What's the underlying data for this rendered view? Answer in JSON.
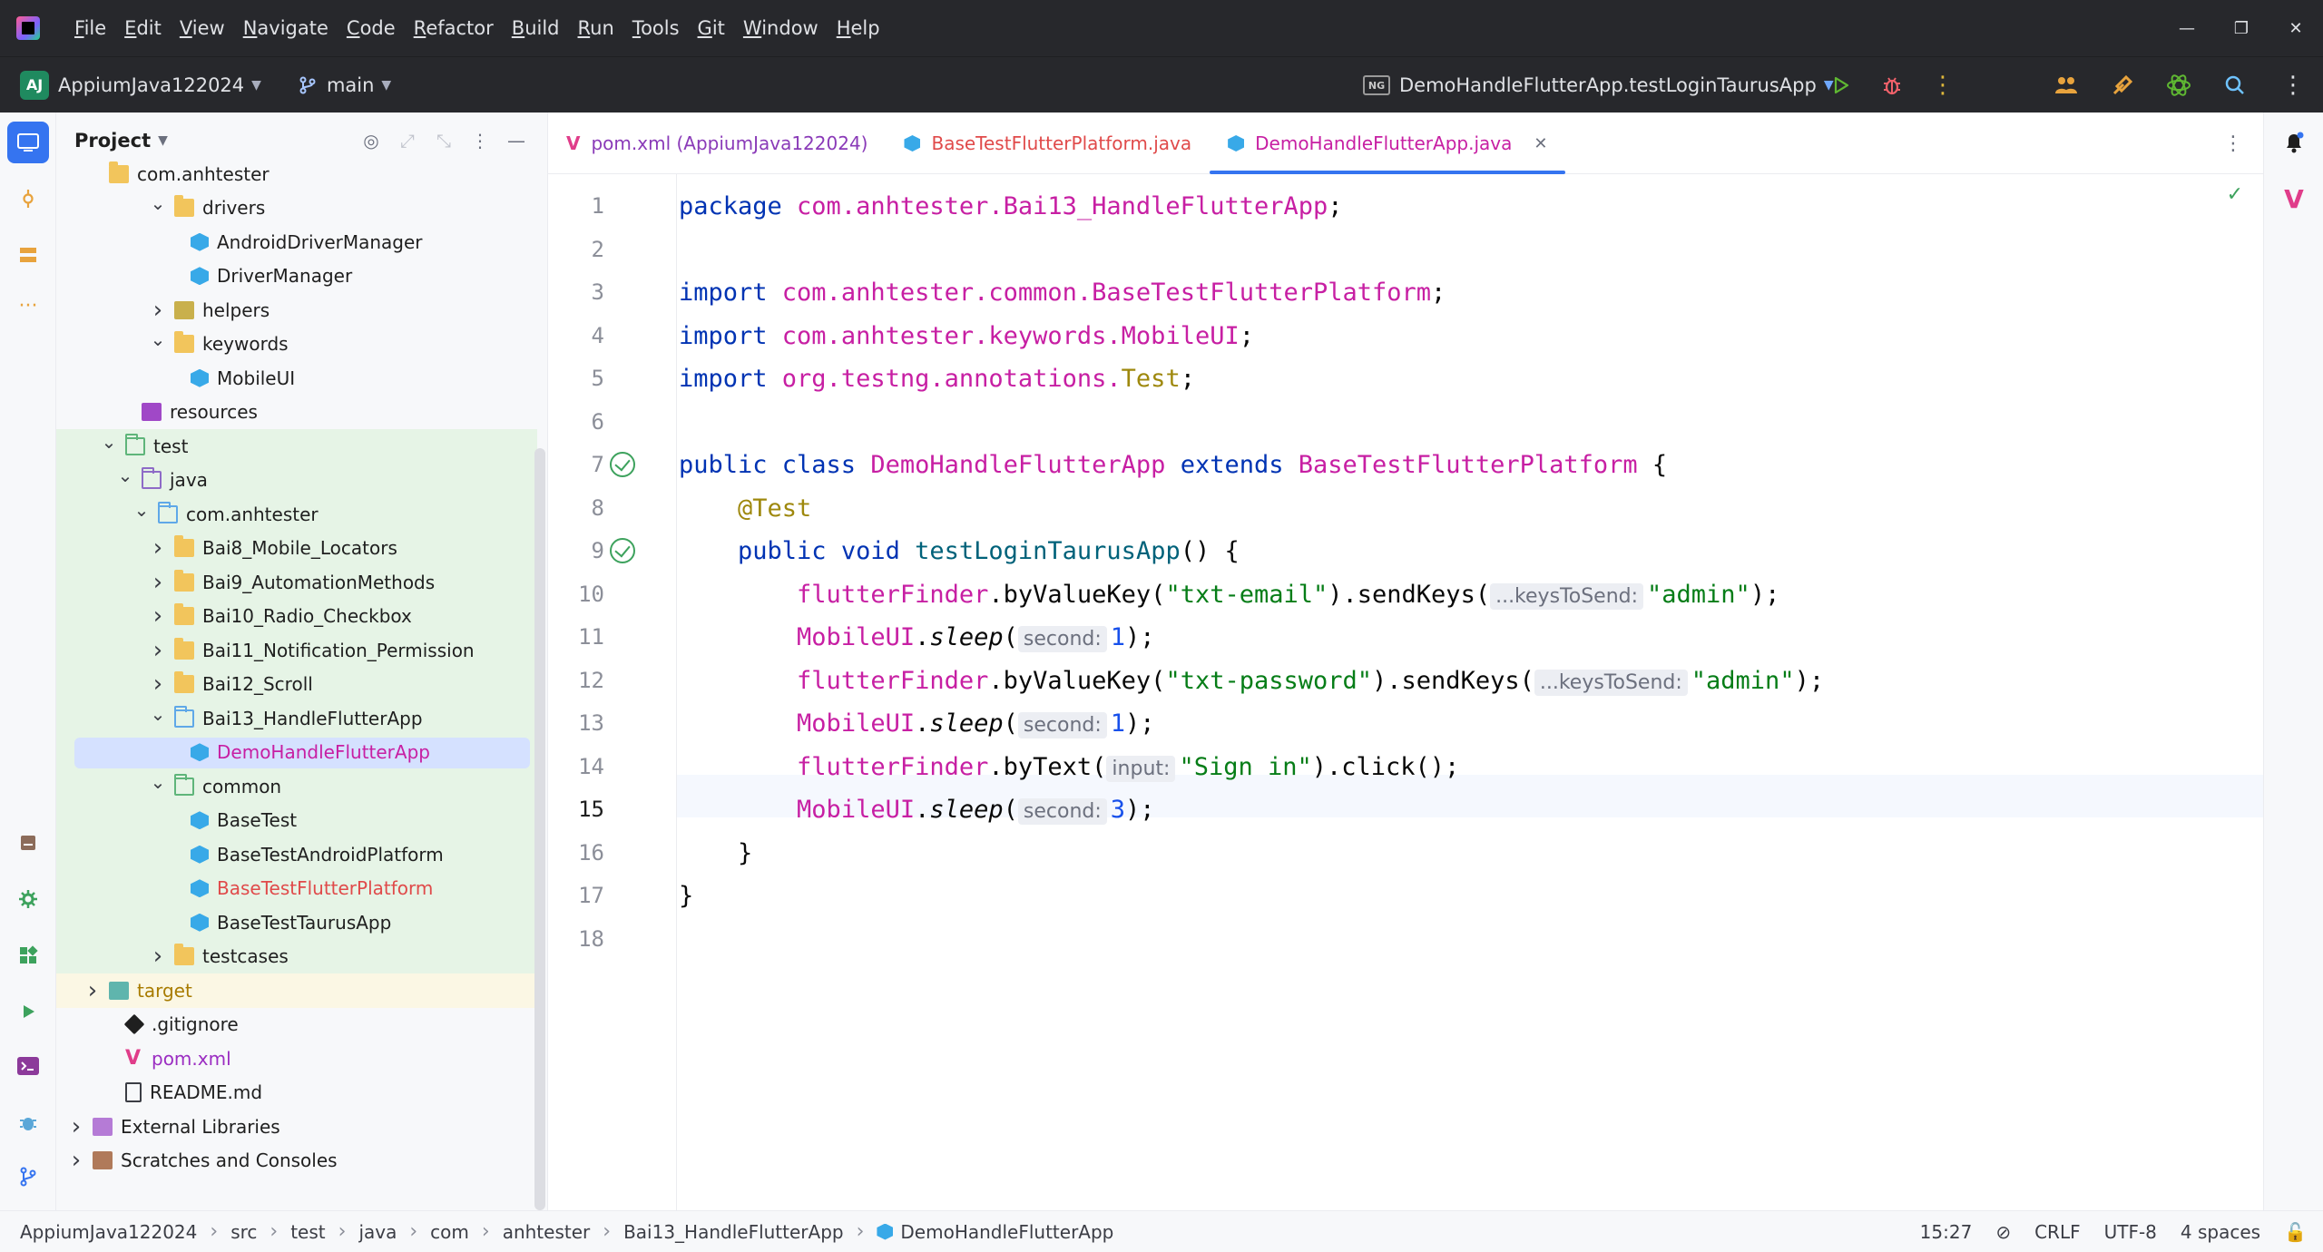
{
  "menu": [
    "File",
    "Edit",
    "View",
    "Navigate",
    "Code",
    "Refactor",
    "Build",
    "Run",
    "Tools",
    "Git",
    "Window",
    "Help"
  ],
  "menu_mnemonics": [
    "F",
    "E",
    "V",
    "N",
    "C",
    "R",
    "B",
    "R",
    "T",
    "G",
    "W",
    "H"
  ],
  "toolbar": {
    "project_badge": "AJ",
    "project_name": "AppiumJava122024",
    "branch": "main",
    "run_config": "DemoHandleFlutterApp.testLoginTaurusApp"
  },
  "project_panel": {
    "title": "Project",
    "tree": [
      {
        "label": "com.anhtester",
        "indent": 1,
        "arrow": "none",
        "icon": "folder"
      },
      {
        "label": "drivers",
        "indent": 5,
        "arrow": "down",
        "icon": "folder"
      },
      {
        "label": "AndroidDriverManager",
        "indent": 6,
        "arrow": "none",
        "icon": "cls"
      },
      {
        "label": "DriverManager",
        "indent": 6,
        "arrow": "none",
        "icon": "cls"
      },
      {
        "label": "helpers",
        "indent": 5,
        "arrow": "right",
        "icon": "helpers"
      },
      {
        "label": "keywords",
        "indent": 5,
        "arrow": "down",
        "icon": "folder"
      },
      {
        "label": "MobileUI",
        "indent": 6,
        "arrow": "none",
        "icon": "cls"
      },
      {
        "label": "resources",
        "indent": 3,
        "arrow": "none",
        "icon": "res"
      },
      {
        "label": "test",
        "indent": 2,
        "arrow": "down",
        "icon": "folder-green"
      },
      {
        "label": "java",
        "indent": 3,
        "arrow": "down",
        "icon": "folder-purple"
      },
      {
        "label": "com.anhtester",
        "indent": 4,
        "arrow": "down",
        "icon": "folder-outline"
      },
      {
        "label": "Bai8_Mobile_Locators",
        "indent": 5,
        "arrow": "right",
        "icon": "folder"
      },
      {
        "label": "Bai9_AutomationMethods",
        "indent": 5,
        "arrow": "right",
        "icon": "folder"
      },
      {
        "label": "Bai10_Radio_Checkbox",
        "indent": 5,
        "arrow": "right",
        "icon": "folder"
      },
      {
        "label": "Bai11_Notification_Permission",
        "indent": 5,
        "arrow": "right",
        "icon": "folder"
      },
      {
        "label": "Bai12_Scroll",
        "indent": 5,
        "arrow": "right",
        "icon": "folder"
      },
      {
        "label": "Bai13_HandleFlutterApp",
        "indent": 5,
        "arrow": "down",
        "icon": "folder-outline"
      },
      {
        "label": "DemoHandleFlutterApp",
        "indent": 6,
        "arrow": "none",
        "icon": "cls",
        "color": "pink",
        "selected": true
      },
      {
        "label": "common",
        "indent": 5,
        "arrow": "down",
        "icon": "folder-green"
      },
      {
        "label": "BaseTest",
        "indent": 6,
        "arrow": "none",
        "icon": "cls"
      },
      {
        "label": "BaseTestAndroidPlatform",
        "indent": 6,
        "arrow": "none",
        "icon": "cls"
      },
      {
        "label": "BaseTestFlutterPlatform",
        "indent": 6,
        "arrow": "none",
        "icon": "cls",
        "color": "red"
      },
      {
        "label": "BaseTestTaurusApp",
        "indent": 6,
        "arrow": "none",
        "icon": "cls"
      },
      {
        "label": "testcases",
        "indent": 5,
        "arrow": "right",
        "icon": "folder"
      },
      {
        "label": "target",
        "indent": 1,
        "arrow": "right",
        "icon": "target",
        "color": "yellow"
      },
      {
        "label": ".gitignore",
        "indent": 2,
        "arrow": "none",
        "icon": "git"
      },
      {
        "label": "pom.xml",
        "indent": 2,
        "arrow": "none",
        "icon": "mvn",
        "color": "purple"
      },
      {
        "label": "README.md",
        "indent": 2,
        "arrow": "none",
        "icon": "md"
      },
      {
        "label": "External Libraries",
        "indent": 0,
        "arrow": "right",
        "icon": "lib"
      },
      {
        "label": "Scratches and Consoles",
        "indent": 0,
        "arrow": "right",
        "icon": "scratch"
      }
    ]
  },
  "tabs": [
    {
      "label": "pom.xml (AppiumJava122024)",
      "active": false,
      "icon": "maven-icon"
    },
    {
      "label": "BaseTestFlutterPlatform.java",
      "active": false,
      "icon": "class-icon"
    },
    {
      "label": "DemoHandleFlutterApp.java",
      "active": true,
      "icon": "class-icon",
      "close": "✕"
    }
  ],
  "code": {
    "current_line": 15,
    "run_marks": [
      7,
      9
    ],
    "lines": [
      [
        [
          "kw",
          "package "
        ],
        [
          "pk",
          "com.anhtester.Bai13_HandleFlutterApp"
        ],
        [
          "p",
          ";"
        ]
      ],
      [],
      [
        [
          "kw",
          "import "
        ],
        [
          "pk",
          "com.anhtester.common.BaseTestFlutterPlatform"
        ],
        [
          "p",
          ";"
        ]
      ],
      [
        [
          "kw",
          "import "
        ],
        [
          "pk",
          "com.anhtester.keywords.MobileUI"
        ],
        [
          "p",
          ";"
        ]
      ],
      [
        [
          "kw",
          "import "
        ],
        [
          "pk",
          "org.testng.annotations."
        ],
        [
          "ann",
          "Test"
        ],
        [
          "p",
          ";"
        ]
      ],
      [],
      [
        [
          "kw",
          "public class "
        ],
        [
          "cls",
          "DemoHandleFlutterApp"
        ],
        [
          "kw",
          " extends "
        ],
        [
          "cls",
          "BaseTestFlutterPlatform"
        ],
        [
          "p",
          " {"
        ]
      ],
      [
        [
          "p",
          "    "
        ],
        [
          "ann",
          "@Test"
        ]
      ],
      [
        [
          "p",
          "    "
        ],
        [
          "kw",
          "public void "
        ],
        [
          "fn",
          "testLoginTaurusApp"
        ],
        [
          "p",
          "() {"
        ]
      ],
      [
        [
          "p",
          "        "
        ],
        [
          "fld",
          "flutterFinder"
        ],
        [
          "p",
          ".byValueKey("
        ],
        [
          "str",
          "\"txt-email\""
        ],
        [
          "p",
          ").sendKeys("
        ],
        [
          "hint",
          "...keysToSend:"
        ],
        [
          "str",
          "\"admin\""
        ],
        [
          "p",
          ");"
        ]
      ],
      [
        [
          "p",
          "        "
        ],
        [
          "cls",
          "MobileUI"
        ],
        [
          "p",
          "."
        ],
        [
          "ital",
          "sleep"
        ],
        [
          "p",
          "("
        ],
        [
          "hint",
          "second:"
        ],
        [
          "num",
          "1"
        ],
        [
          "p",
          ");"
        ]
      ],
      [
        [
          "p",
          "        "
        ],
        [
          "fld",
          "flutterFinder"
        ],
        [
          "p",
          ".byValueKey("
        ],
        [
          "str",
          "\"txt-password\""
        ],
        [
          "p",
          ").sendKeys("
        ],
        [
          "hint",
          "...keysToSend:"
        ],
        [
          "str",
          "\"admin\""
        ],
        [
          "p",
          ");"
        ]
      ],
      [
        [
          "p",
          "        "
        ],
        [
          "cls",
          "MobileUI"
        ],
        [
          "p",
          "."
        ],
        [
          "ital",
          "sleep"
        ],
        [
          "p",
          "("
        ],
        [
          "hint",
          "second:"
        ],
        [
          "num",
          "1"
        ],
        [
          "p",
          ");"
        ]
      ],
      [
        [
          "p",
          "        "
        ],
        [
          "fld",
          "flutterFinder"
        ],
        [
          "p",
          ".byText("
        ],
        [
          "hint",
          "input:"
        ],
        [
          "str",
          "\"Sign in\""
        ],
        [
          "p",
          ").click();"
        ]
      ],
      [
        [
          "p",
          "        "
        ],
        [
          "cls",
          "MobileUI"
        ],
        [
          "p",
          "."
        ],
        [
          "ital",
          "sleep"
        ],
        [
          "p",
          "("
        ],
        [
          "hint",
          "second:"
        ],
        [
          "num",
          "3"
        ],
        [
          "p",
          ");"
        ]
      ],
      [
        [
          "p",
          "    }"
        ]
      ],
      [
        [
          "p",
          "}"
        ]
      ],
      []
    ]
  },
  "breadcrumbs": [
    "AppiumJava122024",
    "src",
    "test",
    "java",
    "com",
    "anhtester",
    "Bai13_HandleFlutterApp",
    "DemoHandleFlutterApp"
  ],
  "status": {
    "position": "15:27",
    "line_sep": "CRLF",
    "encoding": "UTF-8",
    "indent": "4 spaces"
  },
  "colors": {
    "accent": "#3574f0",
    "titlebar": "#27282c",
    "keyword": "#0033b3",
    "string": "#067d17",
    "class": "#c71fa3"
  }
}
